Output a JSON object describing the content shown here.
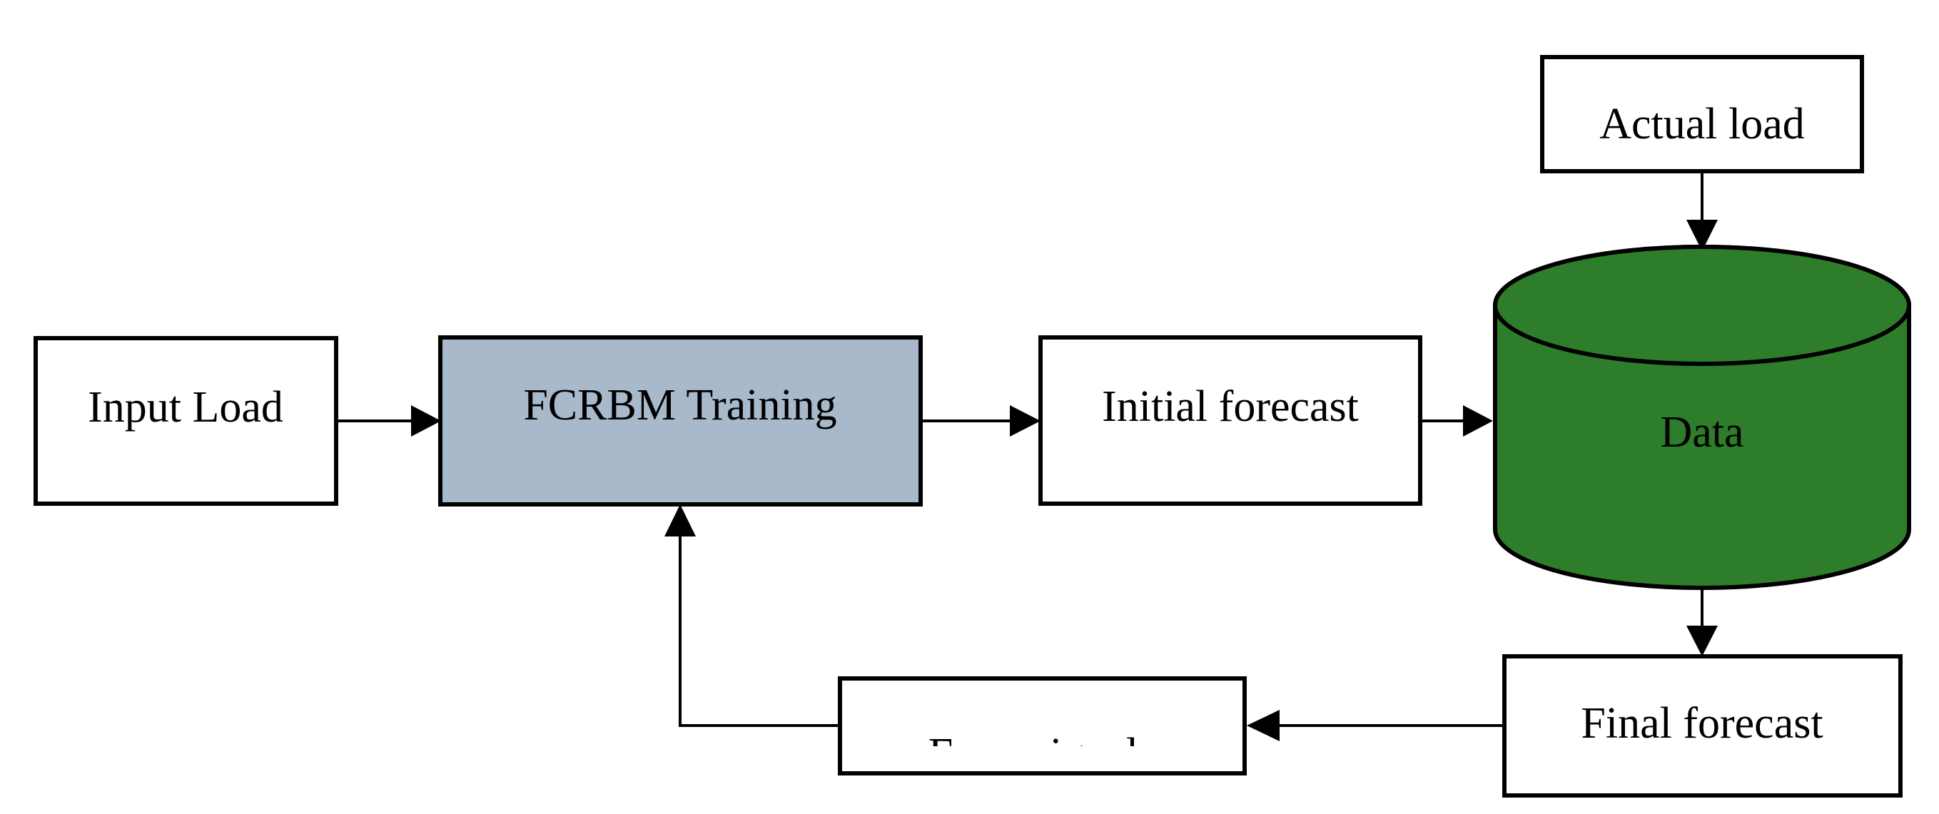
{
  "diagram": {
    "nodes": {
      "input_load": "Input Load",
      "fcrbm_training": "FCRBM Training",
      "initial_forecast": "Initial forecast",
      "actual_load": "Actual load",
      "data": "Data",
      "final_forecast": "Final forecast",
      "error_signals": "Error signals"
    },
    "edges": [
      [
        "input_load",
        "fcrbm_training"
      ],
      [
        "fcrbm_training",
        "initial_forecast"
      ],
      [
        "initial_forecast",
        "data"
      ],
      [
        "actual_load",
        "data"
      ],
      [
        "data",
        "final_forecast"
      ],
      [
        "final_forecast",
        "error_signals"
      ],
      [
        "error_signals",
        "fcrbm_training"
      ]
    ],
    "colors": {
      "fcrbm_fill": "#A9B9CC",
      "data_fill": "#2E7D2A",
      "box_fill": "#FFFFFF",
      "stroke": "#000000"
    }
  }
}
